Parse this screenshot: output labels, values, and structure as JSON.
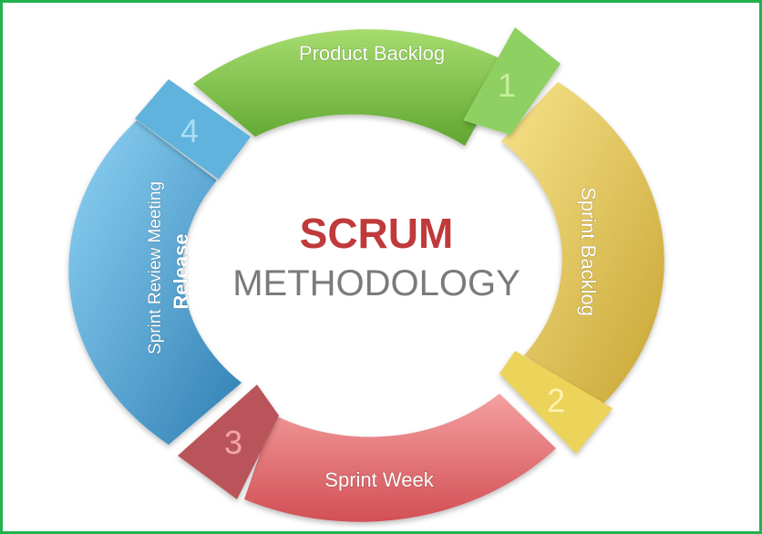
{
  "center": {
    "title": "SCRUM",
    "subtitle": "METHODOLOGY"
  },
  "segments": {
    "product_backlog": {
      "label": "Product Backlog",
      "number": "1"
    },
    "sprint_backlog": {
      "label": "Sprint Backlog",
      "number": "2"
    },
    "sprint_week": {
      "label": "Sprint Week",
      "number": "3"
    },
    "release": {
      "label_line1": "Sprint Review Meeting",
      "label_line2": "Release",
      "number": "4"
    }
  },
  "colors": {
    "frame": "#22b14c",
    "title": "#c0393b",
    "subtitle": "#7a7a7a",
    "green": "#7cc046",
    "yellow": "#e0c24a",
    "red": "#e06e6e",
    "blue": "#4aa8d8"
  }
}
